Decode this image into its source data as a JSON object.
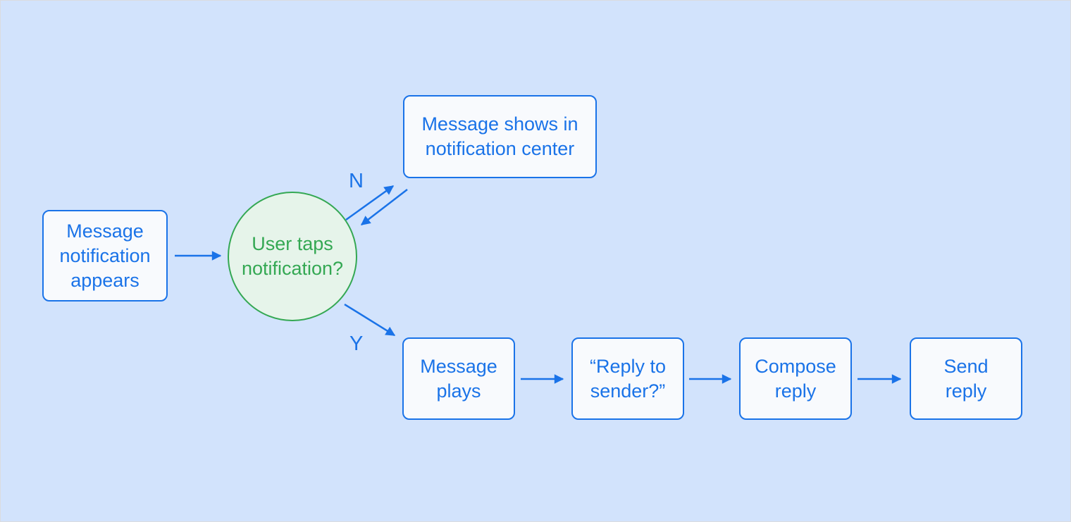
{
  "diagram": {
    "type": "flowchart",
    "colors": {
      "background": "#d2e3fc",
      "node_border_and_text_blue": "#1a73e8",
      "node_fill": "#f8fafd",
      "decision_border_and_text_green": "#34a853",
      "decision_fill": "#e6f4ea",
      "arrow_blue": "#1a73e8"
    },
    "nodes": {
      "start": {
        "shape": "rectangle",
        "label": "Message\nnotification\nappears"
      },
      "notification_center": {
        "shape": "rectangle",
        "label": "Message shows in\nnotification center"
      },
      "decision": {
        "shape": "circle",
        "label": "User taps\nnotification?"
      },
      "message_plays": {
        "shape": "rectangle",
        "label": "Message\nplays"
      },
      "reply_prompt": {
        "shape": "rectangle",
        "label": "“Reply to\nsender?”"
      },
      "compose_reply": {
        "shape": "rectangle",
        "label": "Compose\nreply"
      },
      "send_reply": {
        "shape": "rectangle",
        "label": "Send\nreply"
      }
    },
    "edge_labels": {
      "no": "N",
      "yes": "Y"
    },
    "edges": [
      {
        "from": "start",
        "to": "decision",
        "label": ""
      },
      {
        "from": "decision",
        "to": "notification_center",
        "label": "N"
      },
      {
        "from": "notification_center",
        "to": "decision",
        "label": ""
      },
      {
        "from": "decision",
        "to": "message_plays",
        "label": "Y"
      },
      {
        "from": "message_plays",
        "to": "reply_prompt",
        "label": ""
      },
      {
        "from": "reply_prompt",
        "to": "compose_reply",
        "label": ""
      },
      {
        "from": "compose_reply",
        "to": "send_reply",
        "label": ""
      }
    ]
  }
}
